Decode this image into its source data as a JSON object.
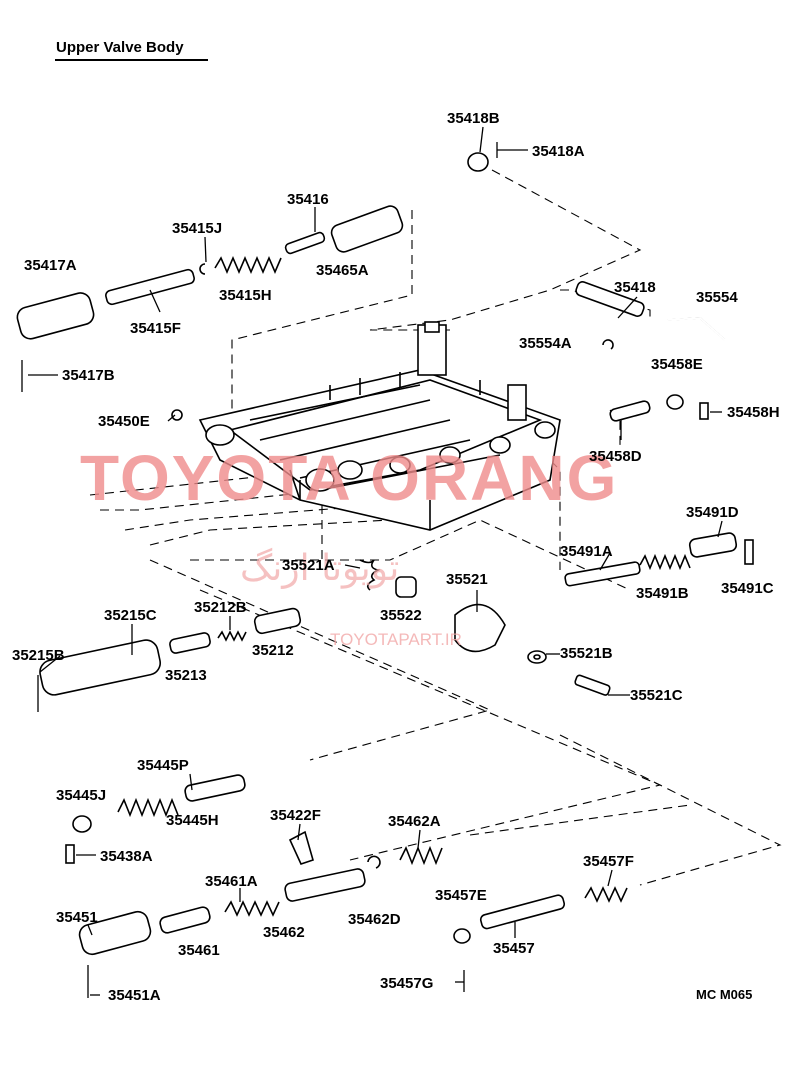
{
  "title": "Upper Valve Body",
  "code": "MC  M065",
  "watermark": {
    "main": "TOYOTA ORANG",
    "arabic": "تویوتا ارنگ",
    "url": "TOYOTAPART.IR"
  },
  "parts": {
    "p35418B": "35418B",
    "p35418A": "35418A",
    "p35416": "35416",
    "p35415J": "35415J",
    "p35465A": "35465A",
    "p35417A": "35417A",
    "p35415H": "35415H",
    "p35415F": "35415F",
    "p35417B": "35417B",
    "p35418": "35418",
    "p35554": "35554",
    "p35554A": "35554A",
    "p35458E": "35458E",
    "p35458H": "35458H",
    "p35450E": "35450E",
    "p35458D": "35458D",
    "p35491D": "35491D",
    "p35491A": "35491A",
    "p35491B": "35491B",
    "p35491C": "35491C",
    "p35521A": "35521A",
    "p35521": "35521",
    "p35522": "35522",
    "p35215C": "35215C",
    "p35212B": "35212B",
    "p35215B": "35215B",
    "p35212": "35212",
    "p35213": "35213",
    "p35521B": "35521B",
    "p35521C": "35521C",
    "p35445P": "35445P",
    "p35445J": "35445J",
    "p35445H": "35445H",
    "p35438A": "35438A",
    "p35422F": "35422F",
    "p35462A": "35462A",
    "p35457F": "35457F",
    "p35461A": "35461A",
    "p35451": "35451",
    "p35462D": "35462D",
    "p35457E": "35457E",
    "p35462": "35462",
    "p35461": "35461",
    "p35457": "35457",
    "p35451A": "35451A",
    "p35457G": "35457G"
  }
}
